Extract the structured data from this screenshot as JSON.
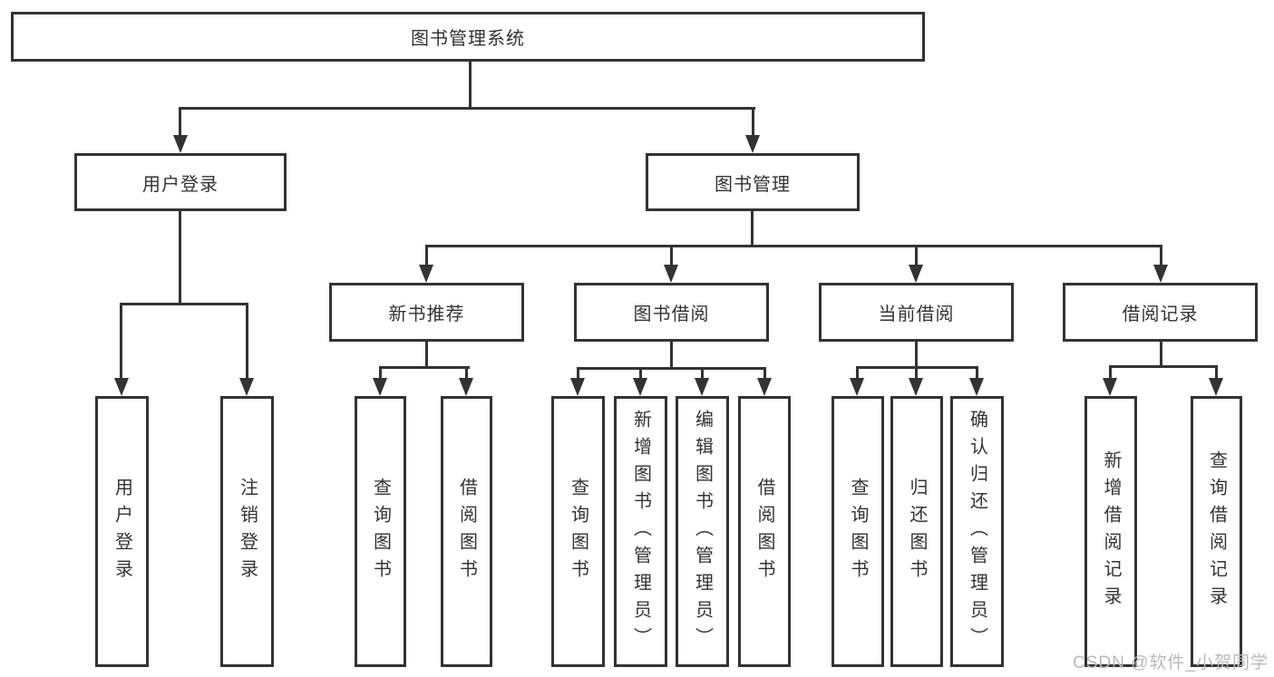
{
  "diagram_type": "hierarchy-tree",
  "colors": {
    "line": "#333333",
    "text": "#333333",
    "background": "#ffffff",
    "watermark": "#b9b9b9"
  },
  "nodes": {
    "root": "图书管理系统",
    "user_login": "用户登录",
    "book_mgmt": "图书管理",
    "new_book_rec": "新书推荐",
    "book_borrow": "图书借阅",
    "current_borrow": "当前借阅",
    "borrow_record": "借阅记录",
    "leaf_user_login": "用户登录",
    "leaf_logout": "注销登录",
    "leaf_nb_query": "查询图书",
    "leaf_nb_borrow": "借阅图书",
    "leaf_bb_query": "查询图书",
    "leaf_bb_add": "新增图书（管理员）",
    "leaf_bb_edit": "编辑图书（管理员）",
    "leaf_bb_borrow": "借阅图书",
    "leaf_cb_query": "查询图书",
    "leaf_cb_return": "归还图书",
    "leaf_cb_confirm": "确认归还（管理员）",
    "leaf_br_add": "新增借阅记录",
    "leaf_br_query": "查询借阅记录"
  },
  "watermark": "CSDN @软件_小贺同学"
}
